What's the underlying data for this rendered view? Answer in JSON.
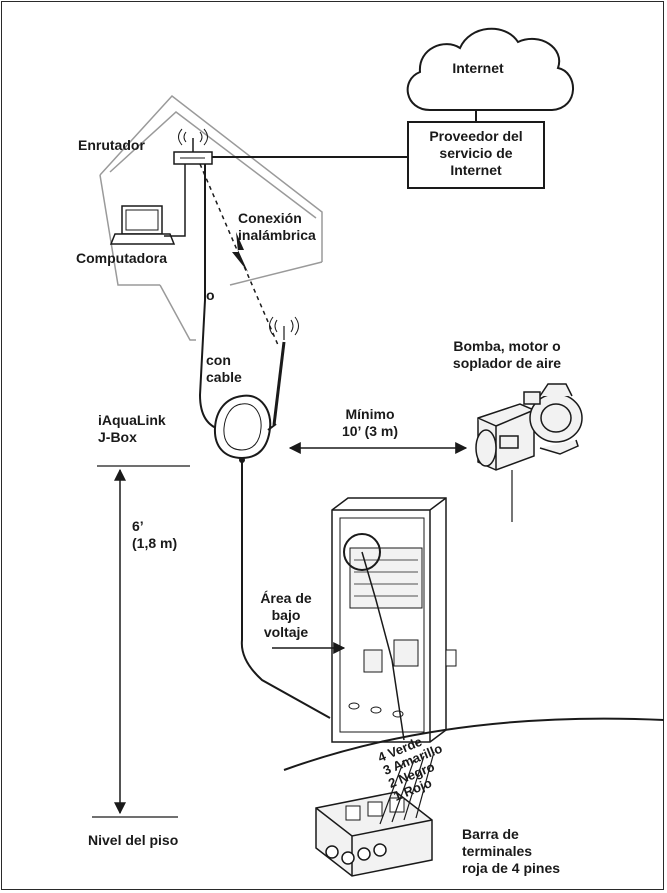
{
  "labels": {
    "internet": "Internet",
    "isp": [
      "Proveedor del",
      "servicio de",
      "Internet"
    ],
    "router": "Enrutador",
    "computer": "Computadora",
    "wireless": [
      "Conexión",
      "inalámbrica"
    ],
    "or": "o",
    "wired": [
      "con",
      "cable"
    ],
    "jbox": [
      "iAquaLink",
      "J-Box"
    ],
    "distance": [
      "Mínimo",
      "10’ (3 m)"
    ],
    "pump": [
      "Bomba, motor o",
      "soplador de aire"
    ],
    "height": [
      "6’",
      "(1,8 m)"
    ],
    "low_voltage": [
      "Área de",
      "bajo",
      "voltaje"
    ],
    "wires": [
      "4 Verde",
      "3 Amarillo",
      "2 Negro",
      "1 Rojo"
    ],
    "floor": "Nivel del piso",
    "terminal": [
      "Barra de",
      "terminales",
      "roja de 4 pines"
    ]
  },
  "colors": {
    "ink": "#1a1a1a",
    "house_outline": "#9a9a9a",
    "equipment_fill": "#f2f2f2"
  }
}
